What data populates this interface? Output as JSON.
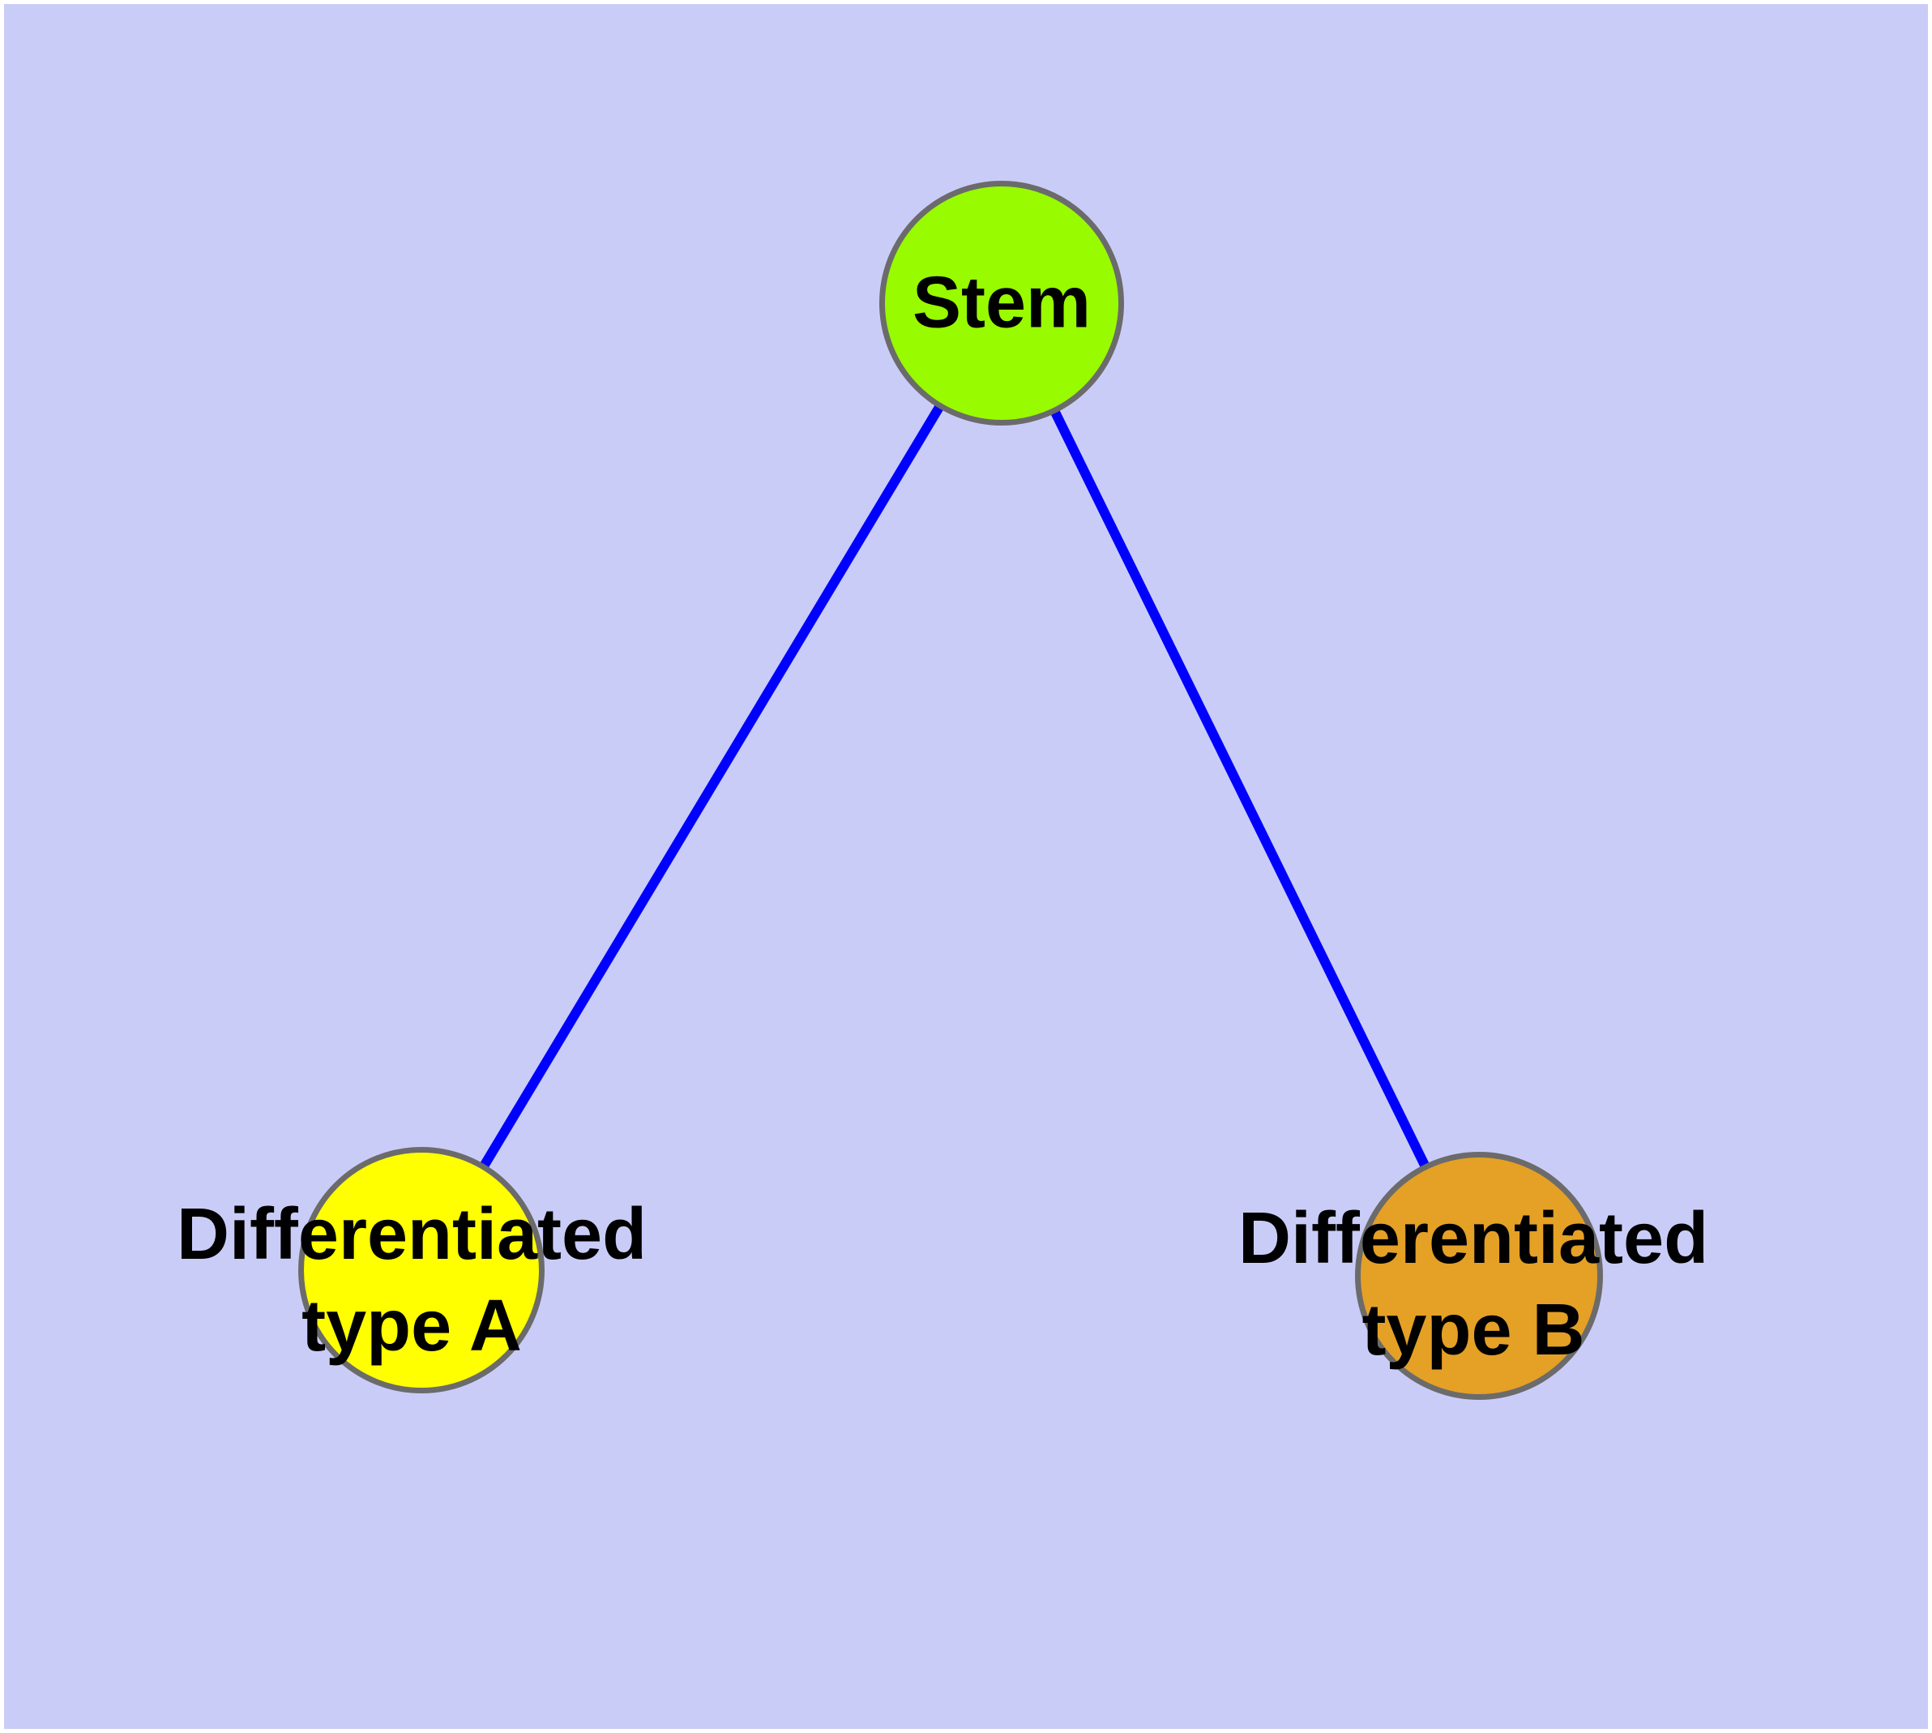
{
  "diagram": {
    "type": "graph",
    "description": "Stem cell differentiation network: one stem node connected by edges to two differentiated cell-type nodes",
    "colors": {
      "background": "#CACCF8",
      "frame": "#FFFFFF",
      "edge": "#0000FF",
      "node_border": "#6B6B6B",
      "label_text": "#000000"
    },
    "nodes": [
      {
        "id": "stem",
        "label": "Stem",
        "fill": "#98FB00"
      },
      {
        "id": "diff-a",
        "label": "Differentiated\ntype A",
        "fill": "#FFFF00"
      },
      {
        "id": "diff-b",
        "label": "Differentiated\ntype B",
        "fill": "#E5A026"
      }
    ],
    "edges": [
      {
        "from": "stem",
        "to": "diff-a"
      },
      {
        "from": "stem",
        "to": "diff-b"
      }
    ]
  }
}
